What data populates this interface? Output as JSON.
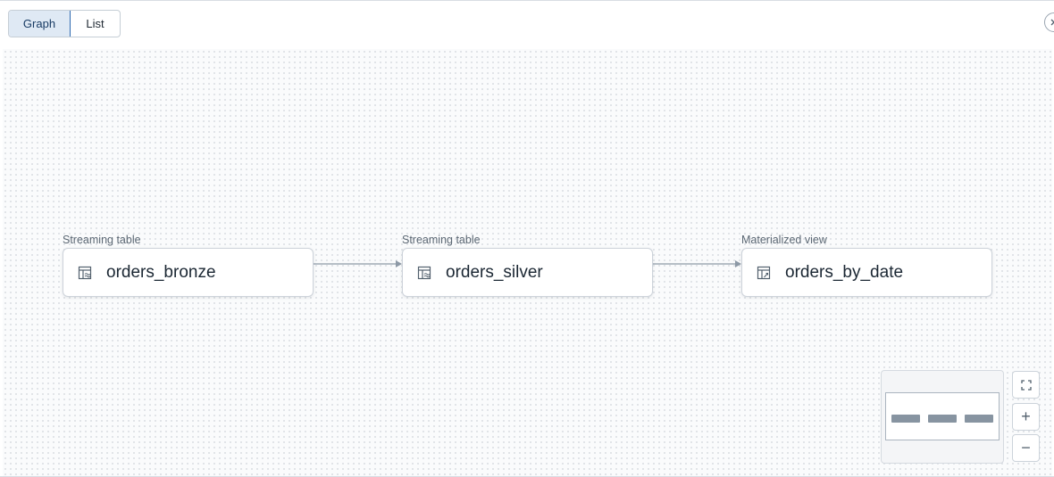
{
  "toolbar": {
    "tabs": [
      {
        "label": "Graph",
        "active": true
      },
      {
        "label": "List",
        "active": false
      }
    ],
    "close_icon": "close-icon"
  },
  "graph": {
    "nodes": [
      {
        "type_label": "Streaming table",
        "name": "orders_bronze",
        "icon": "streaming-table-icon"
      },
      {
        "type_label": "Streaming table",
        "name": "orders_silver",
        "icon": "streaming-table-icon"
      },
      {
        "type_label": "Materialized view",
        "name": "orders_by_date",
        "icon": "materialized-view-icon"
      }
    ],
    "edges": [
      {
        "from": "orders_bronze",
        "to": "orders_silver"
      },
      {
        "from": "orders_silver",
        "to": "orders_by_date"
      }
    ]
  },
  "controls": {
    "fit_icon": "fit-view-icon",
    "zoom_in_icon": "plus-icon",
    "zoom_out_icon": "minus-icon",
    "zoom_in_label": "+",
    "zoom_out_label": "−"
  },
  "colors": {
    "accent": "#2f6bb0",
    "active_tab_bg": "#dfe9f4",
    "edge": "#8d99a6"
  }
}
